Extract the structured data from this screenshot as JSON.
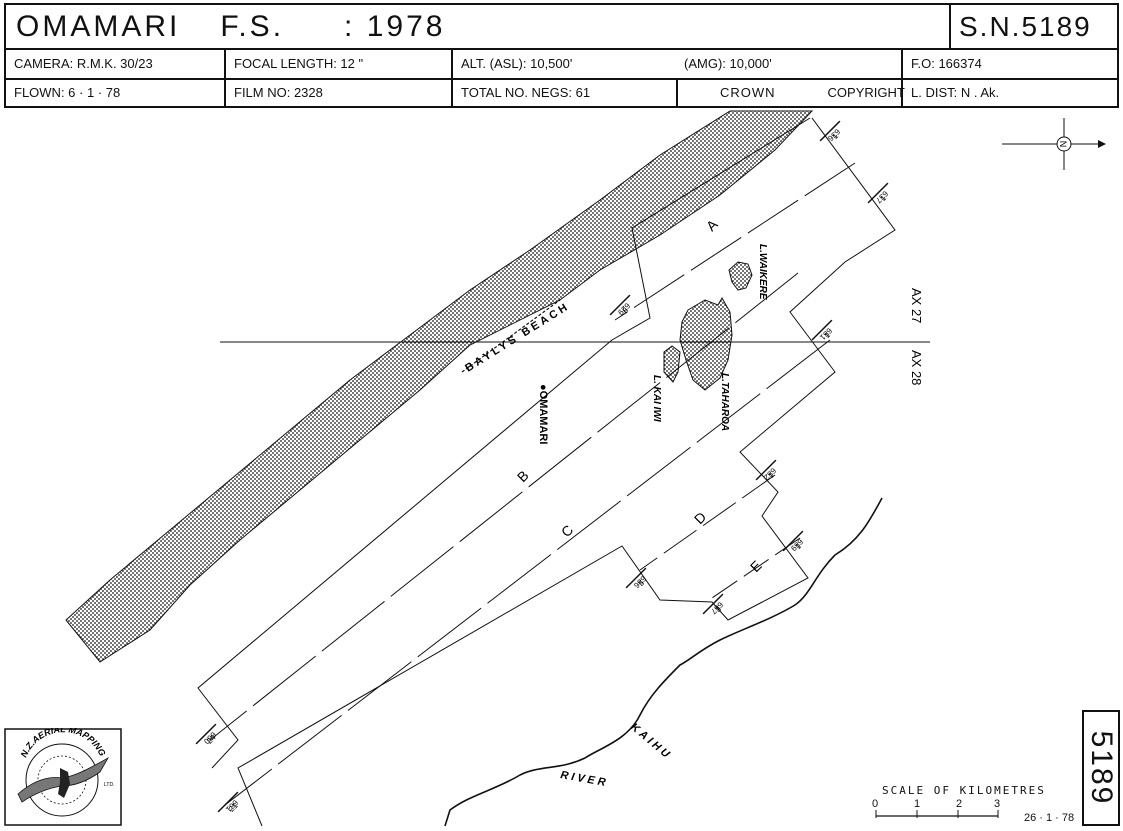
{
  "header": {
    "title_place": "OMAMARI",
    "title_suffix": "F.S.",
    "title_year": ": 1978",
    "survey_number": "S.N.5189",
    "camera": "CAMERA: R.M.K. 30/23",
    "focal_length": "FOCAL LENGTH: 12 \"",
    "alt_asl": "ALT. (ASL): 10,500'",
    "alt_amg": "(AMG): 10,000'",
    "fo": "F.O: 166374",
    "flown": "FLOWN: 6 · 1 · 78",
    "film_no": "FILM NO: 2328",
    "total_negs": "TOTAL NO. NEGS: 61",
    "crown": "CROWN",
    "copyright": "COPYRIGHT",
    "l_dist": "L. DIST: N . Ak."
  },
  "map": {
    "labels": {
      "beach": "BAYLYS BEACH",
      "omamari": "●OMAMARI",
      "waikere": "L.WAIKERE",
      "kaiiwi": "L. KAI IWI",
      "taharoa": "L.TAHAROA",
      "river_top": "KAIHU",
      "river_bottom": "RIVER",
      "ax27": "AX 27",
      "ax28": "AX 28"
    },
    "run_letters": [
      "A",
      "B",
      "C",
      "D",
      "E"
    ],
    "frame_marks": [
      {
        "id": "636",
        "num": "636",
        "sub": "1"
      },
      {
        "id": "637",
        "num": "637",
        "sub": "1"
      },
      {
        "id": "629",
        "num": "629",
        "sub": "8"
      },
      {
        "id": "681",
        "num": "681",
        "sub": "1"
      },
      {
        "id": "682",
        "num": "682",
        "sub": "1"
      },
      {
        "id": "689",
        "num": "689",
        "sub": "1"
      },
      {
        "id": "686",
        "num": "686",
        "sub": "5"
      },
      {
        "id": "687",
        "num": "687",
        "sub": "3"
      },
      {
        "id": "660",
        "num": "660",
        "sub": "24"
      },
      {
        "id": "661",
        "num": "661",
        "sub": "21"
      }
    ],
    "north_symbol": "N"
  },
  "scale": {
    "title": "SCALE OF KILOMETRES",
    "ticks": [
      "0",
      "1",
      "2",
      "3"
    ],
    "date": "26 · 1 · 78"
  },
  "sheet_number": "5189",
  "logo": {
    "text": "N.Z.AERIAL MAPPING",
    "sub": "LTD."
  }
}
